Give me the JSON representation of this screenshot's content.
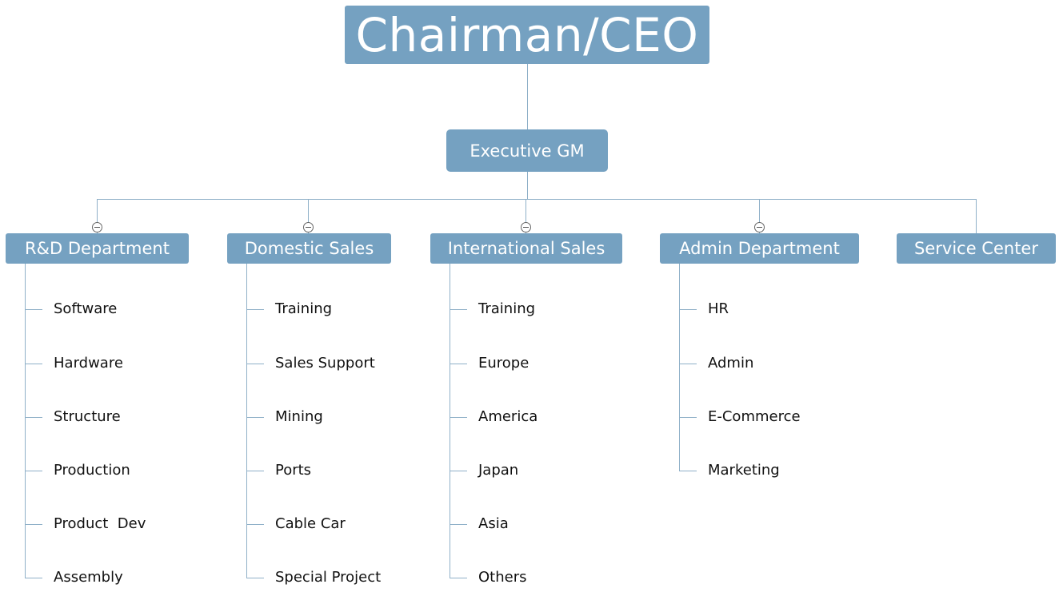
{
  "colors": {
    "node_fill": "#75a1c1",
    "connector": "#8fb0c8",
    "collapse_border": "#666666",
    "leaf_text": "#111111"
  },
  "root": {
    "label": "Chairman/CEO"
  },
  "executive": {
    "label": "Executive GM"
  },
  "departments": [
    {
      "label": "R&D Department",
      "collapse_icon": "minus-circle-icon",
      "children": [
        "Software",
        "Hardware",
        "Structure",
        "Production",
        "Product  Dev",
        "Assembly"
      ]
    },
    {
      "label": "Domestic Sales",
      "collapse_icon": "minus-circle-icon",
      "children": [
        "Training",
        "Sales Support",
        "Mining",
        "Ports",
        "Cable Car",
        "Special Project"
      ]
    },
    {
      "label": "International Sales",
      "collapse_icon": "minus-circle-icon",
      "children": [
        "Training",
        "Europe",
        "America",
        "Japan",
        "Asia",
        "Others"
      ]
    },
    {
      "label": "Admin Department",
      "collapse_icon": "minus-circle-icon",
      "children": [
        "HR",
        "Admin",
        "E-Commerce",
        "Marketing"
      ]
    },
    {
      "label": "Service Center",
      "children": []
    }
  ]
}
